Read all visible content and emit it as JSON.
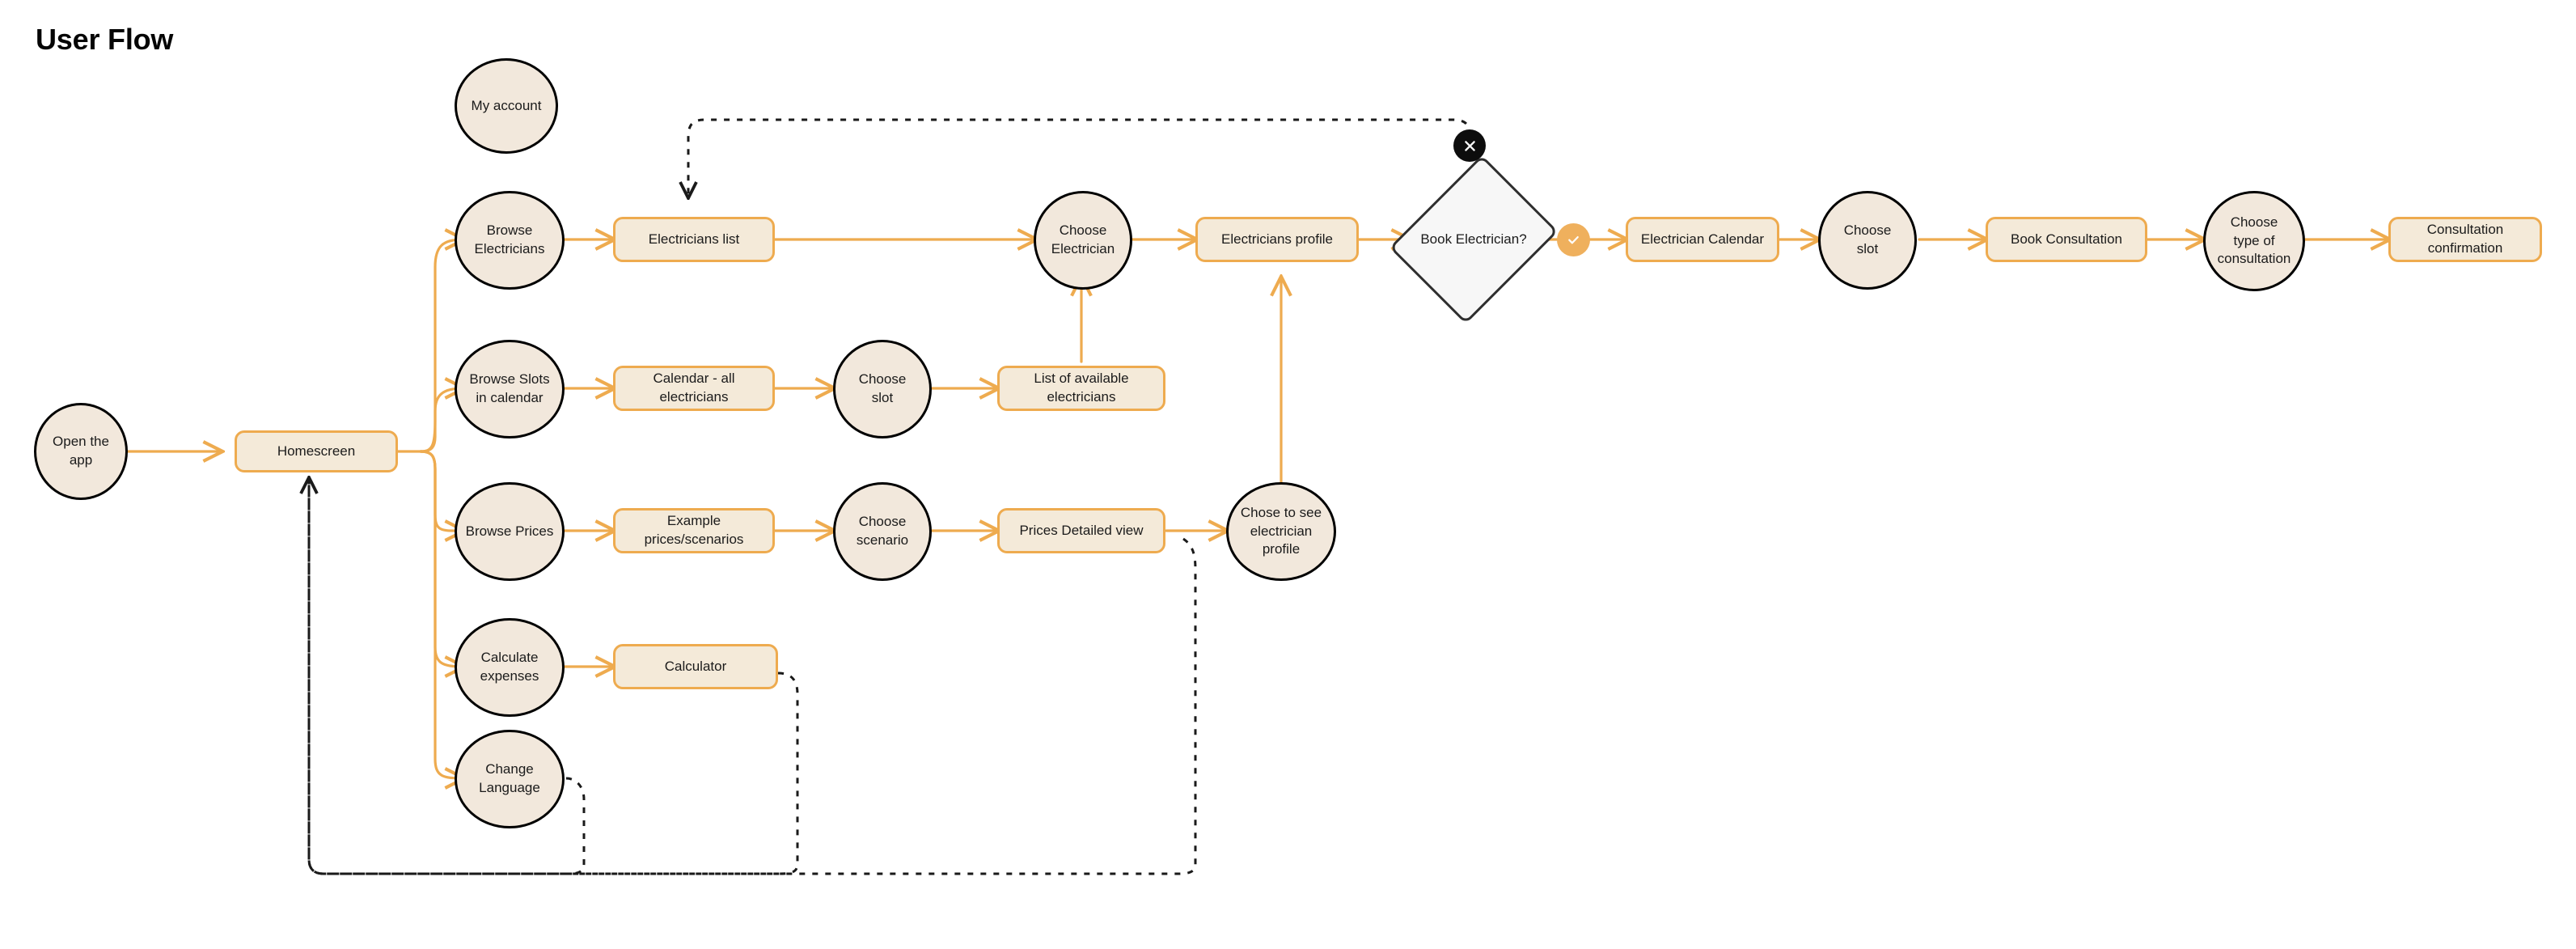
{
  "page": {
    "title": "User Flow",
    "background": "#ffffff"
  },
  "theme": {
    "node_fill": "#f2e8dc",
    "rect_fill": "#f4ead9",
    "rect_border": "#eeab4f",
    "circle_border": "#000000",
    "decision_fill": "#f7f7f7",
    "decision_border": "#2f2f2f",
    "edge_orange": "#eeab4f",
    "edge_dashed": "#1a1a1a",
    "badge_reject_bg": "#0d0d0d",
    "badge_accept_bg": "#efb05d",
    "text": "#1b1b1b"
  },
  "nodes": {
    "open_the_app": {
      "label": "Open the app",
      "shape": "circle"
    },
    "homescreen": {
      "label": "Homescreen",
      "shape": "rect"
    },
    "my_account": {
      "label": "My account",
      "shape": "circle"
    },
    "browse_electricians": {
      "label_line1": "Browse",
      "label_line2": "Electricians",
      "shape": "circle"
    },
    "electricians_list": {
      "label": "Electricians list",
      "shape": "rect"
    },
    "choose_electrician": {
      "label_line1": "Choose",
      "label_line2": "Electrician",
      "shape": "circle"
    },
    "electricians_profile": {
      "label": "Electricians profile",
      "shape": "rect"
    },
    "book_electrician": {
      "label": "Book Electrician?",
      "shape": "diamond"
    },
    "electrician_calendar": {
      "label": "Electrician Calendar",
      "shape": "rect"
    },
    "choose_slot_top": {
      "label_line1": "Choose",
      "label_line2": "slot",
      "shape": "circle"
    },
    "book_consultation": {
      "label": "Book Consultation",
      "shape": "rect"
    },
    "choose_type_consultation": {
      "label_line1": "Choose",
      "label_line2": "type of",
      "label_line3": "consultation",
      "shape": "circle"
    },
    "consultation_confirmation": {
      "label": "Consultation confirmation",
      "shape": "rect"
    },
    "browse_slots_calendar": {
      "label_line1": "Browse Slots",
      "label_line2": "in calendar",
      "shape": "circle"
    },
    "calendar_all_electricians": {
      "label": "Calendar - all electricians",
      "shape": "rect"
    },
    "choose_slot_row2": {
      "label_line1": "Choose",
      "label_line2": "slot",
      "shape": "circle"
    },
    "list_available_electricians": {
      "label": "List of available electricians",
      "shape": "rect"
    },
    "browse_prices": {
      "label": "Browse Prices",
      "shape": "circle"
    },
    "example_prices": {
      "label": "Example prices/scenarios",
      "shape": "rect"
    },
    "choose_scenario": {
      "label_line1": "Choose",
      "label_line2": "scenario",
      "shape": "circle"
    },
    "prices_detailed_view": {
      "label": "Prices Detailed view",
      "shape": "rect"
    },
    "chose_see_profile": {
      "label_line1": "Chose to see",
      "label_line2": "electrician profile",
      "shape": "circle"
    },
    "calculate_expenses": {
      "label_line1": "Calculate",
      "label_line2": "expenses",
      "shape": "circle"
    },
    "calculator": {
      "label": "Calculator",
      "shape": "rect"
    },
    "change_language": {
      "label_line1": "Change",
      "label_line2": "Language",
      "shape": "circle"
    }
  },
  "badges": {
    "reject": {
      "icon": "close-icon",
      "meaning": "No"
    },
    "accept": {
      "icon": "check-icon",
      "meaning": "Yes"
    }
  },
  "chart_data": {
    "type": "diagram",
    "title": "User Flow",
    "flow_rows": [
      {
        "name": "Browse Electricians",
        "steps": [
          "Browse Electricians",
          "Electricians list",
          "Choose Electrician",
          "Electricians profile",
          "Book Electrician?",
          "Electrician Calendar",
          "Choose slot",
          "Book Consultation",
          "Choose type of consultation",
          "Consultation confirmation"
        ]
      },
      {
        "name": "Browse Slots in calendar",
        "steps": [
          "Browse Slots in calendar",
          "Calendar - all electricians",
          "Choose slot",
          "List of available electricians"
        ]
      },
      {
        "name": "Browse Prices",
        "steps": [
          "Browse Prices",
          "Example prices/scenarios",
          "Choose scenario",
          "Prices Detailed view",
          "Chose to see electrician profile"
        ]
      },
      {
        "name": "Calculate expenses",
        "steps": [
          "Calculate expenses",
          "Calculator"
        ]
      },
      {
        "name": "Change Language",
        "steps": [
          "Change Language"
        ]
      }
    ],
    "entry": [
      "Open the app",
      "Homescreen"
    ],
    "detached": [
      "My account"
    ],
    "edges": [
      {
        "from": "Open the app",
        "to": "Homescreen",
        "style": "solid"
      },
      {
        "from": "Homescreen",
        "to": "Browse Electricians",
        "style": "solid"
      },
      {
        "from": "Homescreen",
        "to": "Browse Slots in calendar",
        "style": "solid"
      },
      {
        "from": "Homescreen",
        "to": "Browse Prices",
        "style": "solid"
      },
      {
        "from": "Homescreen",
        "to": "Calculate expenses",
        "style": "solid"
      },
      {
        "from": "Homescreen",
        "to": "Change Language",
        "style": "solid"
      },
      {
        "from": "Browse Electricians",
        "to": "Electricians list",
        "style": "solid"
      },
      {
        "from": "Electricians list",
        "to": "Choose Electrician",
        "style": "solid"
      },
      {
        "from": "Choose Electrician",
        "to": "Electricians profile",
        "style": "solid"
      },
      {
        "from": "Electricians profile",
        "to": "Book Electrician?",
        "style": "solid"
      },
      {
        "from": "Book Electrician?",
        "to": "Electrician Calendar",
        "style": "solid",
        "label": "Yes"
      },
      {
        "from": "Book Electrician?",
        "to": "Electricians list",
        "style": "dashed",
        "label": "No"
      },
      {
        "from": "Electrician Calendar",
        "to": "Choose slot",
        "style": "solid"
      },
      {
        "from": "Choose slot",
        "to": "Book Consultation",
        "style": "solid"
      },
      {
        "from": "Book Consultation",
        "to": "Choose type of consultation",
        "style": "solid"
      },
      {
        "from": "Choose type of consultation",
        "to": "Consultation confirmation",
        "style": "solid"
      },
      {
        "from": "Browse Slots in calendar",
        "to": "Calendar - all electricians",
        "style": "solid"
      },
      {
        "from": "Calendar - all electricians",
        "to": "Choose slot",
        "style": "solid"
      },
      {
        "from": "Choose slot",
        "to": "List of available electricians",
        "style": "solid"
      },
      {
        "from": "List of available electricians",
        "to": "Choose Electrician",
        "style": "solid"
      },
      {
        "from": "Browse Prices",
        "to": "Example prices/scenarios",
        "style": "solid"
      },
      {
        "from": "Example prices/scenarios",
        "to": "Choose scenario",
        "style": "solid"
      },
      {
        "from": "Choose scenario",
        "to": "Prices Detailed view",
        "style": "solid"
      },
      {
        "from": "Prices Detailed view",
        "to": "Chose to see electrician profile",
        "style": "solid"
      },
      {
        "from": "Chose to see electrician profile",
        "to": "Electricians profile",
        "style": "solid"
      },
      {
        "from": "Calculate expenses",
        "to": "Calculator",
        "style": "solid"
      },
      {
        "from": "Calculator",
        "to": "Homescreen",
        "style": "dashed"
      },
      {
        "from": "Change Language",
        "to": "Homescreen",
        "style": "dashed"
      },
      {
        "from": "Prices Detailed view",
        "to": "Homescreen",
        "style": "dashed"
      }
    ]
  }
}
